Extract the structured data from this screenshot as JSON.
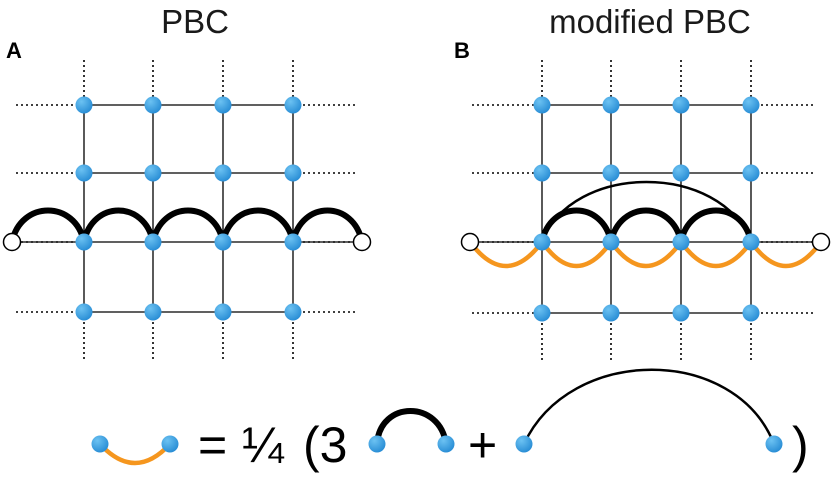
{
  "panels": {
    "a": {
      "label": "A",
      "title": "PBC"
    },
    "b": {
      "label": "B",
      "title": "modified PBC"
    }
  },
  "equation": {
    "equals": "=",
    "fraction": "¼",
    "open": "(3",
    "plus": "+",
    "close": ")"
  },
  "colors": {
    "site": "#2b8fd6",
    "site_highlight": "#6cc2f2",
    "nearest_bond": "#000000",
    "long_bond": "#000000",
    "modified_bond": "#f5961e",
    "grid_line": "#000000",
    "ghost_site_fill": "#ffffff"
  }
}
